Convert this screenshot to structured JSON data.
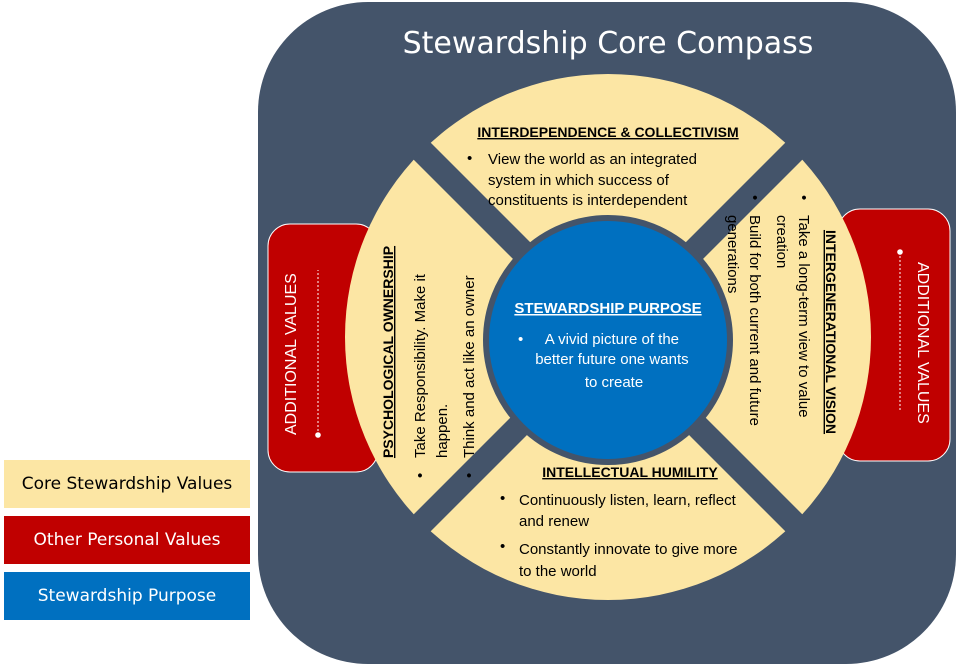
{
  "title": "Stewardship Core Compass",
  "colors": {
    "background_panel": "#44546a",
    "core_values": "#fce6a4",
    "other_values": "#c00000",
    "purpose": "#0070c0",
    "text_dark": "#000000",
    "text_light": "#ffffff"
  },
  "center": {
    "title": "STEWARDSHIP PURPOSE",
    "bullets": [
      "A vivid picture of the better future one wants to create"
    ]
  },
  "sections": {
    "top": {
      "title": "INTERDEPENDENCE & COLLECTIVISM",
      "bullets": [
        "View the world as an integrated system in which success of constituents is interdependent"
      ]
    },
    "right": {
      "title": "INTERGENERATIONAL VISION",
      "bullets": [
        "Take a long-term view to value creation",
        "Build for both current and future generations"
      ]
    },
    "bottom": {
      "title": "INTELLECTUAL HUMILITY",
      "bullets": [
        "Continuously listen, learn, reflect and renew",
        "Constantly innovate to give more to the world"
      ]
    },
    "left": {
      "title": "PSYCHOLOGICAL OWNERSHIP",
      "bullets": [
        "Take Responsibility. Make it happen.",
        "Think and act like an owner"
      ]
    }
  },
  "additional_values": {
    "left_label": "ADDITIONAL VALUES",
    "right_label": "ADDITIONAL VALUES"
  },
  "legend": [
    {
      "label": "Core Stewardship Values",
      "color": "#fce6a4"
    },
    {
      "label": "Other Personal Values",
      "color": "#c00000"
    },
    {
      "label": "Stewardship Purpose",
      "color": "#0070c0"
    }
  ]
}
